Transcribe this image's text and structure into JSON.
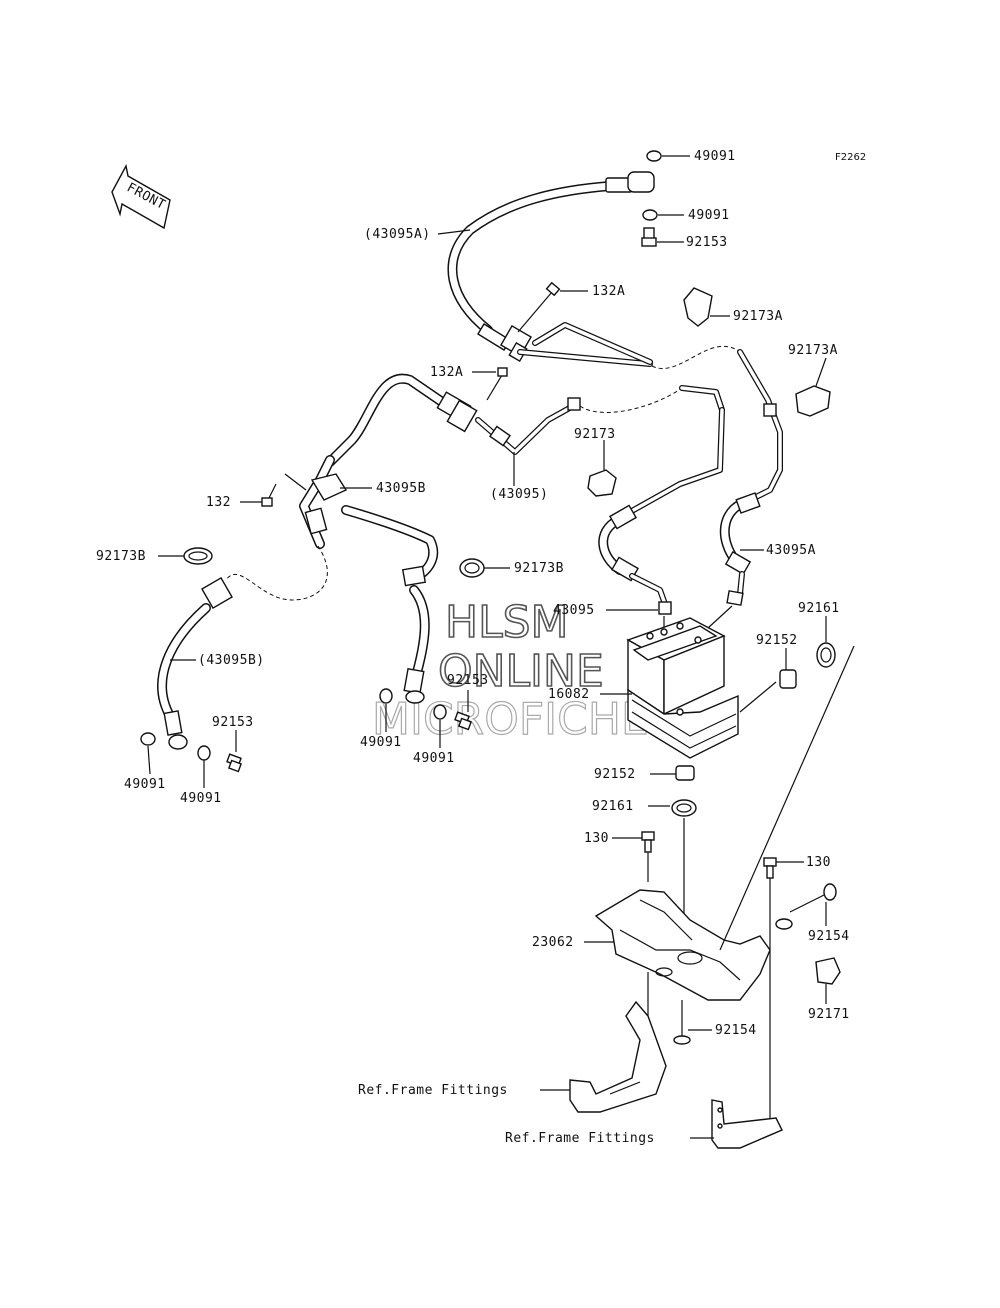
{
  "figure_code": "F2262",
  "front_label": "FRONT",
  "watermark": {
    "line1": "HLSM",
    "line2": "ONLINE",
    "line3": "MICROFICHE"
  },
  "callouts": {
    "c_49091_top": "49091",
    "c_49091_mid": "49091",
    "c_92153_top": "92153",
    "c_43095A_paren": "(43095A)",
    "c_132A_top": "132A",
    "c_92173A_1": "92173A",
    "c_92173A_2": "92173A",
    "c_132A_mid": "132A",
    "c_92173": "92173",
    "c_43095_paren": "(43095)",
    "c_132": "132",
    "c_43095B": "43095B",
    "c_43095A": "43095A",
    "c_92173B_left": "92173B",
    "c_92173B_mid": "92173B",
    "c_43095": "43095",
    "c_92161_top": "92161",
    "c_92152_right": "92152",
    "c_43095B_paren": "(43095B)",
    "c_92153_mid": "92153",
    "c_16082": "16082",
    "c_92153_left": "92153",
    "c_49091_l1": "49091",
    "c_49091_l2": "49091",
    "c_49091_m1": "49091",
    "c_49091_m2": "49091",
    "c_92152_low": "92152",
    "c_92161_low": "92161",
    "c_130_left": "130",
    "c_130_right": "130",
    "c_92154_right": "92154",
    "c_23062": "23062",
    "c_92171": "92171",
    "c_92154_low": "92154",
    "c_ref1": "Ref.Frame Fittings",
    "c_ref2": "Ref.Frame Fittings"
  }
}
